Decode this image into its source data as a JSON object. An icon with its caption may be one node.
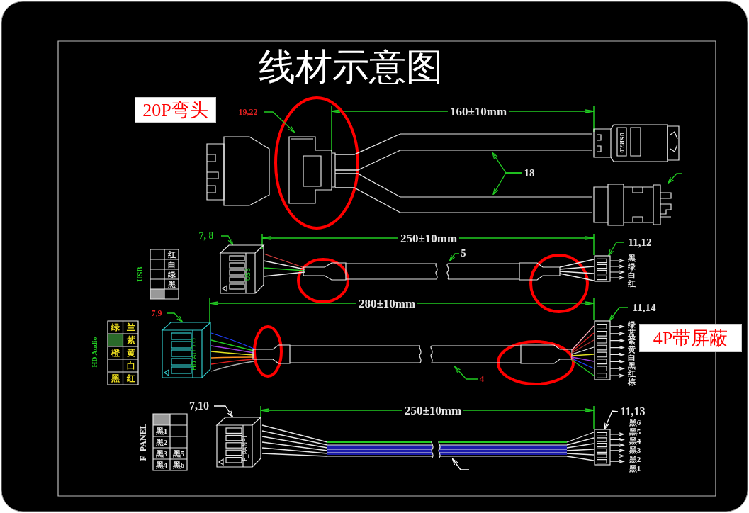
{
  "diagram": {
    "title": "线材示意图",
    "nodes": [
      {
        "text": [
          "20P弯头"
        ]
      },
      {
        "text": [
          "4P带屏蔽"
        ]
      },
      {
        "text": [
          "19,22"
        ]
      },
      {
        "text": [],
        "shape": "picture"
      },
      {
        "text": [
          "18"
        ]
      },
      {
        "text": [],
        "shape": "picture"
      },
      {
        "text": [],
        "shape": "picture"
      },
      {
        "text": [],
        "shape": "picture"
      },
      {
        "text": [
          "7, 8"
        ]
      },
      {
        "text": [
          "USB"
        ]
      },
      {
        "text": [
          "5"
        ]
      },
      {
        "text": [],
        "shape": "picture"
      },
      {
        "text": [
          "11,12"
        ]
      },
      {
        "text": [],
        "shape": "picture"
      },
      {
        "text": [
          "7,9"
        ]
      },
      {
        "text": [
          "HD AUDIO"
        ]
      },
      {
        "text": [
          "4"
        ]
      },
      {
        "text": [],
        "shape": "picture"
      },
      {
        "text": [
          "11,14"
        ]
      },
      {
        "text": [],
        "shape": "picture"
      },
      {
        "text": [
          "7,10"
        ]
      },
      {
        "text": [
          "F_PANEL"
        ]
      },
      {
        "text": [],
        "shape": "picture"
      },
      {
        "text": [
          "11,13"
        ]
      },
      {
        "text": [],
        "shape": "picture"
      }
    ],
    "edges": [
      {
        "from": 2,
        "to": 3,
        "arrow": "to"
      },
      {
        "from": 4,
        "to": 5,
        "arrow": "to"
      },
      {
        "from": 4,
        "to": 6,
        "arrow": "to"
      },
      {
        "from": null,
        "to": 7,
        "arrow": "to"
      },
      {
        "from": 8,
        "to": 9,
        "arrow": "to"
      },
      {
        "from": 10,
        "to": 11,
        "arrow": "to"
      },
      {
        "from": 12,
        "to": 13,
        "arrow": "to"
      },
      {
        "from": 14,
        "to": 15,
        "arrow": "to"
      },
      {
        "from": 16,
        "to": 17,
        "arrow": "to"
      },
      {
        "from": 18,
        "to": 19,
        "arrow": "to"
      },
      {
        "from": 20,
        "to": 21,
        "arrow": "to",
        "color": "#ffffff"
      },
      {
        "from": null,
        "to": 22,
        "arrow": "to",
        "color": "#ffffff"
      },
      {
        "from": 23,
        "to": 24,
        "arrow": "to",
        "color": "#ffffff"
      }
    ],
    "labels": [
      "160±10mm",
      "USB3.0",
      "250±10mm",
      "USB",
      "红",
      "白",
      "绿",
      "黑",
      "黑",
      "绿",
      "白",
      "红",
      "280±10mm",
      "HD Audio",
      "绿",
      "兰",
      "紫",
      "橙",
      "黄",
      "白",
      "黑",
      "红",
      "绿",
      "蓝",
      "紫",
      "黄",
      "白",
      "黑",
      "红",
      "棕",
      "250±10mm",
      "F_PANEL",
      "黑1",
      "黑2",
      "黑3",
      "黑5",
      "黑4",
      "黑6",
      "黑6",
      "黑5",
      "黑4",
      "黑3",
      "黑2",
      "黑1"
    ]
  }
}
